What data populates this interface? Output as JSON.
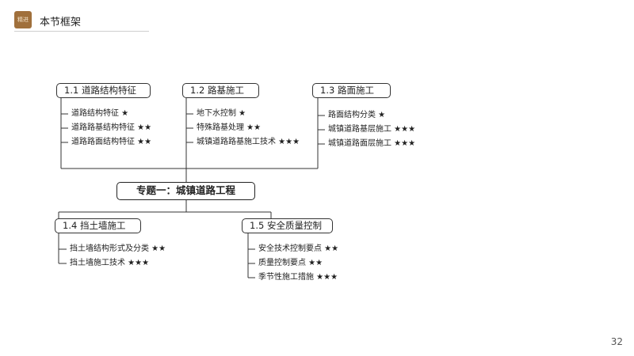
{
  "header": {
    "logo_text": "精进",
    "title": "本节框架"
  },
  "center_topic": "专题一：城镇道路工程",
  "sections": [
    {
      "title": "1.1 道路结构特征",
      "items": [
        "道路结构特征 ★",
        "道路路基结构特征 ★★",
        "道路路面结构特征 ★★"
      ]
    },
    {
      "title": "1.2 路基施工",
      "items": [
        "地下水控制 ★",
        "特殊路基处理 ★★",
        "城镇道路路基施工技术 ★★★"
      ]
    },
    {
      "title": "1.3 路面施工",
      "items": [
        "路面结构分类 ★",
        "城镇道路基层施工 ★★★",
        "城镇道路面层施工 ★★★"
      ]
    },
    {
      "title": "1.4 挡土墙施工",
      "items": [
        "挡土墙结构形式及分类 ★★",
        "挡土墙施工技术 ★★★"
      ]
    },
    {
      "title": "1.5 安全质量控制",
      "items": [
        "安全技术控制要点 ★★",
        "质量控制要点 ★★",
        "季节性施工措施 ★★★"
      ]
    }
  ],
  "page_number": "32",
  "colors": {
    "logo_bg": "#a0703c",
    "line": "#333333"
  }
}
